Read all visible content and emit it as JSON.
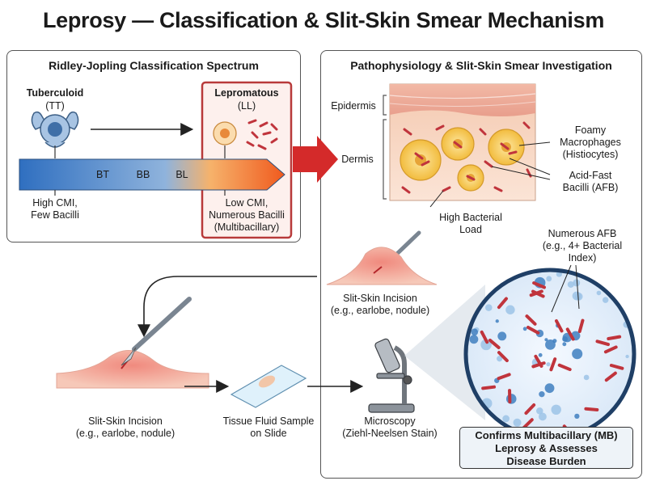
{
  "title": "Leprosy — Classification & Slit-Skin Smear Mechanism",
  "left_panel": {
    "title": "Ridley-Jopling Classification Spectrum",
    "tuberculoid": "Tuberculoid",
    "tuberculoid_abbr": "(TT)",
    "lepromatous": "Lepromatous",
    "lepromatous_abbr": "(LL)",
    "spectrum_labels": [
      "BT",
      "BB",
      "BL"
    ],
    "left_note_1": "High CMI,",
    "left_note_2": "Few Bacilli",
    "right_note_1": "Low CMI,",
    "right_note_2": "Numerous Bacilli",
    "right_note_3": "(Multibacillary)"
  },
  "right_panel": {
    "title": "Pathophysiology & Slit-Skin Smear Investigation",
    "epidermis": "Epidermis",
    "dermis": "Dermis",
    "foamy_1": "Foamy",
    "foamy_2": "Macrophages",
    "foamy_3": "(Histiocytes)",
    "afb_1": "Acid-Fast",
    "afb_2": "Bacilli (AFB)",
    "load_1": "High Bacterial",
    "load_2": "Load",
    "incision_1": "Slit-Skin Incision",
    "incision_2": "(e.g., earlobe, nodule)",
    "numerous_1": "Numerous AFB",
    "numerous_2": "(e.g., 4+ Bacterial",
    "numerous_3": "Index)"
  },
  "bottom": {
    "incision_1": "Slit-Skin Incision",
    "incision_2": "(e.g., earlobe, nodule)",
    "sample_1": "Tissue Fluid Sample",
    "sample_2": "on Slide",
    "micro_1": "Microscopy",
    "micro_2": "(Ziehl-Neelsen Stain)"
  },
  "conclusion": {
    "line_1": "Confirms Multibacillary (MB)",
    "line_2": "Leprosy & Assesses",
    "line_3": "Disease Burden"
  },
  "colors": {
    "spectrum_start": "#2f6fc0",
    "spectrum_end": "#f05a1e",
    "highlight_border": "#b83a3a",
    "highlight_fill": "#fdf0ed",
    "bacilli": "#c0343c",
    "arrow_red": "#d42a2a"
  }
}
